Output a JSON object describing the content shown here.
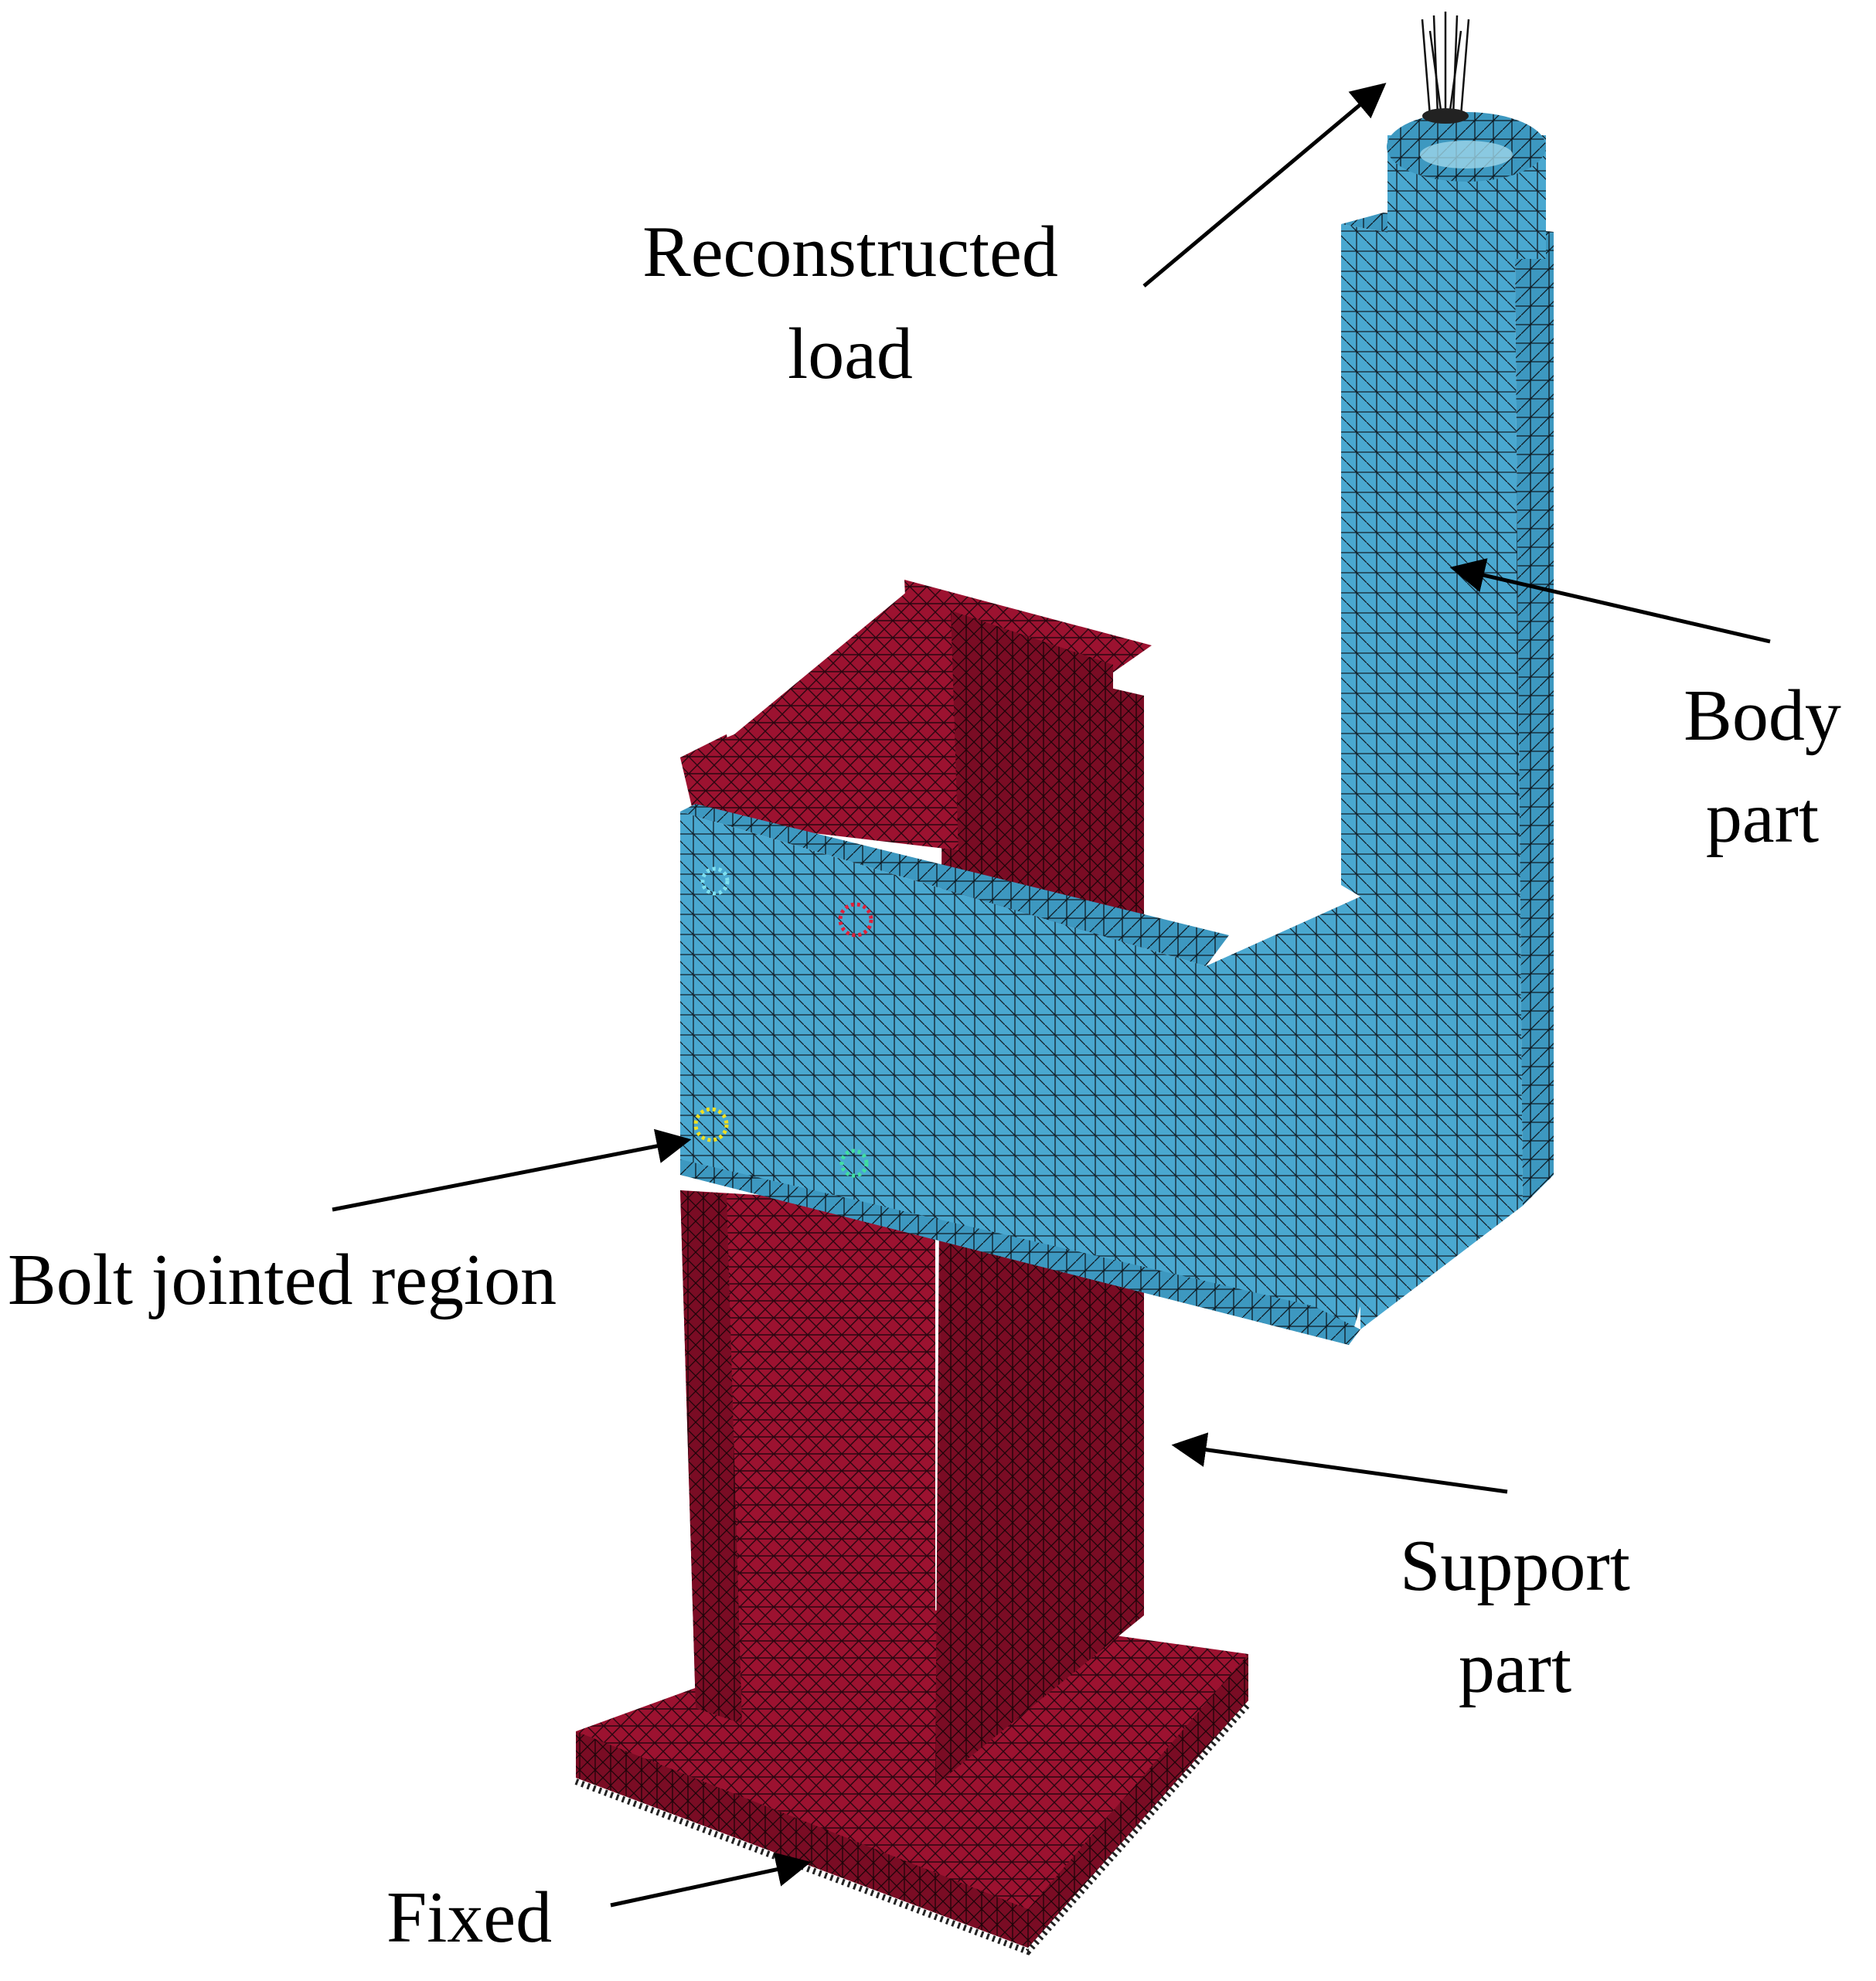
{
  "figure": {
    "colors": {
      "support_part": "#9c1230",
      "support_part_dark": "#7a0c24",
      "body_part": "#4aa8d0",
      "body_part_dark": "#2f86ad",
      "mesh_line": "#12202a",
      "bolt_cyan": "#7fe0f0",
      "bolt_red": "#e0203a",
      "bolt_yellow": "#f0e020",
      "bolt_green": "#40e0a0"
    },
    "labels": {
      "reconstructed_load": [
        "Reconstructed",
        "load"
      ],
      "body_part": [
        "Body",
        "part"
      ],
      "bolt_jointed_region": [
        "Bolt jointed region"
      ],
      "support_part": [
        "Support",
        "part"
      ],
      "fixed": [
        "Fixed"
      ]
    }
  }
}
